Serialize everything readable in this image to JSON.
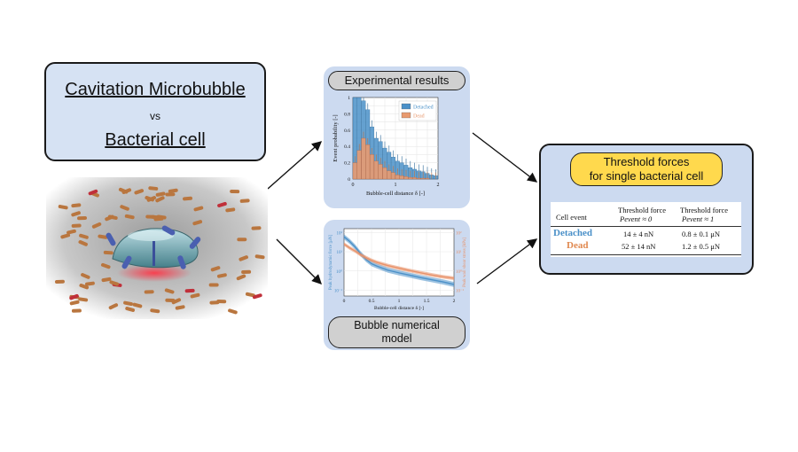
{
  "title_box": {
    "line1": "Cavitation Microbubble",
    "line2": "vs",
    "line3": "Bacterial cell"
  },
  "experimental": {
    "label": "Experimental results",
    "chart_data": {
      "type": "bar",
      "xlabel": "Bubble-cell distance δ [-]",
      "ylabel": "Event probability [-]",
      "xlim": [
        0,
        2
      ],
      "ylim": [
        0,
        1
      ],
      "x_ticks": [
        "0",
        "1",
        "2"
      ],
      "y_ticks": [
        "0",
        "0.2",
        "0.4",
        "0.6",
        "0.8",
        "1"
      ],
      "legend_position": "top-right",
      "bin_width": 0.1,
      "x": [
        0.05,
        0.15,
        0.25,
        0.35,
        0.45,
        0.55,
        0.65,
        0.75,
        0.85,
        0.95,
        1.05,
        1.15,
        1.25,
        1.35,
        1.45,
        1.55,
        1.65,
        1.75,
        1.85,
        1.95
      ],
      "series": [
        {
          "name": "Detached",
          "color": "#4a90c8",
          "values": [
            1.0,
            1.0,
            0.96,
            0.85,
            0.64,
            0.5,
            0.46,
            0.38,
            0.33,
            0.27,
            0.22,
            0.2,
            0.17,
            0.14,
            0.12,
            0.1,
            0.09,
            0.07,
            0.05,
            0.04
          ]
        },
        {
          "name": "Dead",
          "color": "#e89a70",
          "values": [
            0.2,
            0.35,
            0.5,
            0.42,
            0.3,
            0.22,
            0.18,
            0.14,
            0.1,
            0.08,
            0.05,
            0.04,
            0.03,
            0.02,
            0.02,
            0.01,
            0.01,
            0.01,
            0.0,
            0.0
          ]
        }
      ],
      "grid": true
    }
  },
  "numerical": {
    "label_line1": "Bubble numerical",
    "label_line2": "model",
    "chart_data": {
      "type": "line",
      "xlabel": "Bubble-cell distance δ [-]",
      "ylabel_left": "Peak hydrodynamic force [μN]",
      "ylabel_right": "Peak wall shear stress [kPa]",
      "xlim": [
        0,
        2
      ],
      "x_ticks": [
        "0",
        "0.5",
        "1",
        "1.5",
        "2"
      ],
      "y_ticks_left": [
        "10⁻¹",
        "10⁰",
        "10¹",
        "10²"
      ],
      "y_ticks_right": [
        "10⁻¹",
        "10⁰",
        "10¹",
        "10²"
      ],
      "log_y": true,
      "x": [
        0,
        0.1,
        0.2,
        0.3,
        0.4,
        0.5,
        0.6,
        0.7,
        0.8,
        1.0,
        1.2,
        1.4,
        1.6,
        1.8,
        2.0
      ],
      "series": [
        {
          "color": "#4a90c8",
          "values": [
            60,
            35,
            18,
            8,
            4,
            2.4,
            1.8,
            1.4,
            1.1,
            0.8,
            0.6,
            0.45,
            0.35,
            0.27,
            0.2
          ]
        },
        {
          "color": "#e8926a",
          "values": [
            25,
            16,
            11,
            7,
            5,
            3.6,
            2.8,
            2.3,
            1.9,
            1.4,
            1.05,
            0.8,
            0.62,
            0.5,
            0.42
          ]
        }
      ],
      "grid": true
    }
  },
  "result": {
    "title_line1": "Threshold forces",
    "title_line2": "for single bacterial cell",
    "table": {
      "headers": [
        "Cell event",
        "Threshold force",
        "Threshold force"
      ],
      "subheaders": [
        "",
        "Pevent ≈ 0",
        "Pevent ≈ 1"
      ],
      "rows": [
        {
          "event": "Detached",
          "color": "#4a90c8",
          "f0": "14 ± 4 nN",
          "f1": "0.8 ± 0.1 μN"
        },
        {
          "event": "Dead",
          "color": "#e0884f",
          "f0": "52 ± 14 nN",
          "f1": "1.2 ± 0.5 μN"
        }
      ]
    }
  }
}
